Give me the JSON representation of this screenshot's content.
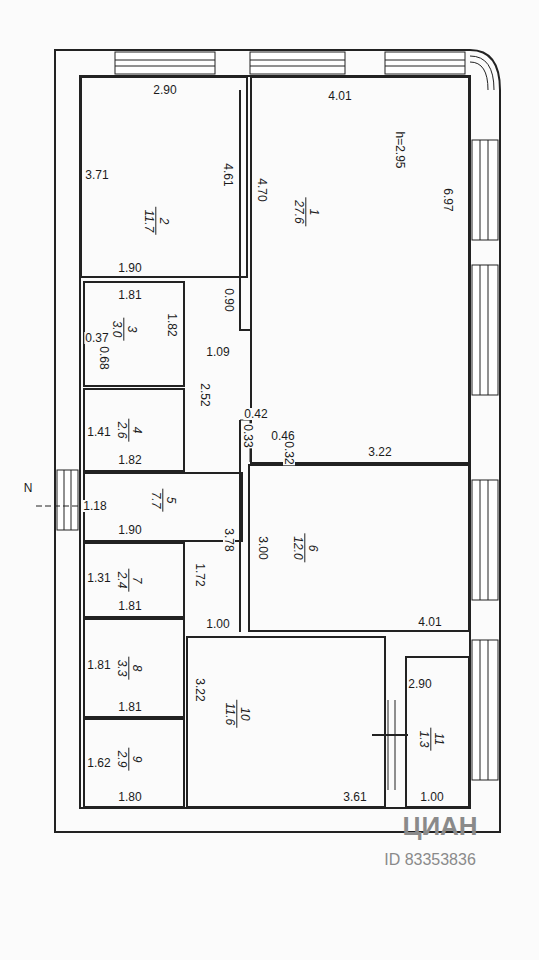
{
  "diagram": {
    "nodes": [
      {
        "text": [
          "1",
          "27.6"
        ]
      },
      {
        "text": [
          "2",
          "11.7"
        ]
      },
      {
        "text": [
          "3",
          "3.0"
        ]
      },
      {
        "text": [
          "4",
          "2.6"
        ]
      },
      {
        "text": [
          "5",
          "7.7"
        ]
      },
      {
        "text": [
          "6",
          "12.0"
        ]
      },
      {
        "text": [
          "7",
          "2.4"
        ]
      },
      {
        "text": [
          "8",
          "3.3"
        ]
      },
      {
        "text": [
          "9",
          "2.9"
        ]
      },
      {
        "text": [
          "10",
          "11.6"
        ]
      },
      {
        "text": [
          "11",
          "1.3"
        ]
      }
    ],
    "labels": [
      "h=2.95",
      "2.90",
      "4.01",
      "3.71",
      "4.61",
      "4.70",
      "6.97",
      "1.90",
      "0.90",
      "1.81",
      "1.82",
      "0.37",
      "0.68",
      "1.09",
      "2.52",
      "0.42",
      "0.33",
      "0.46",
      "0.32",
      "3.22",
      "1.41",
      "1.82",
      "1.18",
      "1.90",
      "1.31",
      "1.81",
      "1.72",
      "3.78",
      "3.00",
      "1.00",
      "4.01",
      "1.81",
      "1.81",
      "3.22",
      "2.90",
      "1.62",
      "1.80",
      "3.61",
      "1.00",
      "N",
      "ЦИАН",
      "ID 83353836"
    ]
  }
}
